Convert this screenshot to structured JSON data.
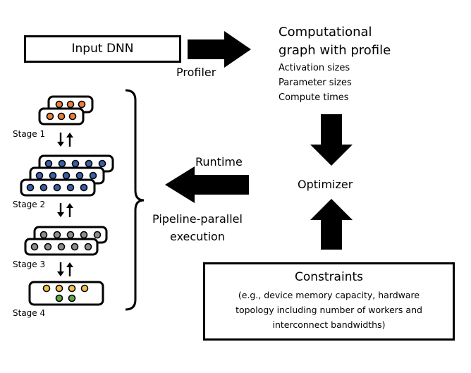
{
  "input_label": "Input DNN",
  "profiler_label": "Profiler",
  "graph": {
    "title_line1": "Computational",
    "title_line2": "graph with profile",
    "items": [
      "Activation sizes",
      "Parameter sizes",
      "Compute times"
    ]
  },
  "optimizer_label": "Optimizer",
  "runtime_label": "Runtime",
  "pipeline_label": {
    "line1": "Pipeline-parallel",
    "line2": "execution"
  },
  "stages": [
    {
      "label": "Stage 1",
      "dot_color": "#e8803c"
    },
    {
      "label": "Stage 2",
      "dot_color": "#3a5fa8"
    },
    {
      "label": "Stage 3",
      "dot_color": "#8c8c8c"
    },
    {
      "label": "Stage 4",
      "dot_colors": [
        "#f2c24a",
        "#5fa848"
      ]
    }
  ],
  "constraints": {
    "title": "Constraints",
    "line1": "(e.g., device memory capacity, hardware",
    "line2": "topology including number of workers and",
    "line3": "interconnect bandwidths)"
  }
}
